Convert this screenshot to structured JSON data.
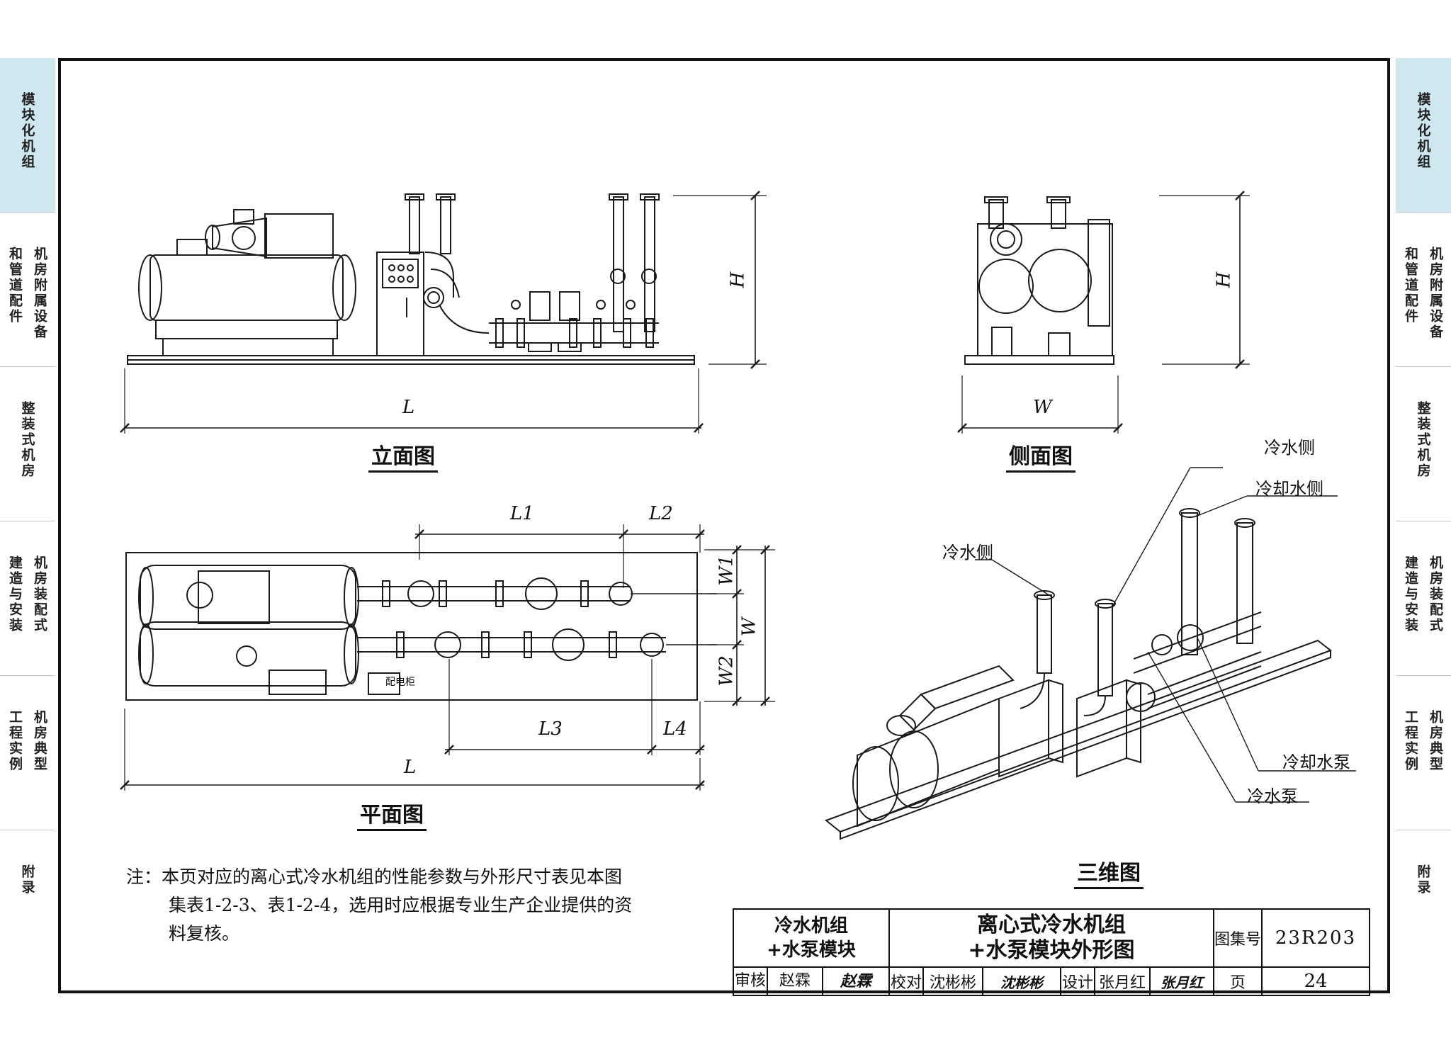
{
  "left_tabs": [
    {
      "cols": [
        "模块化机组"
      ],
      "active": true
    },
    {
      "cols": [
        "机房附属设备",
        "和管道配件"
      ],
      "active": false
    },
    {
      "cols": [
        "整装式机房"
      ],
      "active": false
    },
    {
      "cols": [
        "机房装配式",
        "建造与安装"
      ],
      "active": false
    },
    {
      "cols": [
        "机房典型",
        "工程实例"
      ],
      "active": false
    },
    {
      "cols": [
        "附录"
      ],
      "active": false
    }
  ],
  "views": {
    "elevation": {
      "caption": "立面图",
      "dim_L": "L",
      "dim_H": "H"
    },
    "side": {
      "caption": "侧面图",
      "dim_W": "W",
      "dim_H": "H"
    },
    "plan": {
      "caption": "平面图",
      "dim_L": "L",
      "dim_L1": "L1",
      "dim_L2": "L2",
      "dim_L3": "L3",
      "dim_L4": "L4",
      "dim_W": "W",
      "dim_W1": "W1",
      "dim_W2": "W2",
      "cabinet_label": "配电柜"
    },
    "iso": {
      "caption": "三维图",
      "callouts": [
        "冷水侧",
        "冷却水侧",
        "冷水侧",
        "冷却水泵",
        "冷水泵"
      ]
    }
  },
  "note": {
    "line1": "注：本页对应的离心式冷水机组的性能参数与外形尺寸表见本图",
    "line2": "集表1-2-3、表1-2-4，选用时应根据专业生产企业提供的资",
    "line3": "料复核。"
  },
  "title_block": {
    "category_line1": "冷水机组",
    "category_line2": "+水泵模块",
    "title_line1": "离心式冷水机组",
    "title_line2": "+水泵模块外形图",
    "atlas_label": "图集号",
    "atlas_no": "23R203",
    "review_label": "审核",
    "reviewer": "赵霖",
    "reviewer_sig": "赵霖",
    "check_label": "校对",
    "checker": "沈彬彬",
    "checker_sig": "沈彬彬",
    "design_label": "设计",
    "designer": "张月红",
    "designer_sig": "张月红",
    "page_label": "页",
    "page_no": "24"
  }
}
